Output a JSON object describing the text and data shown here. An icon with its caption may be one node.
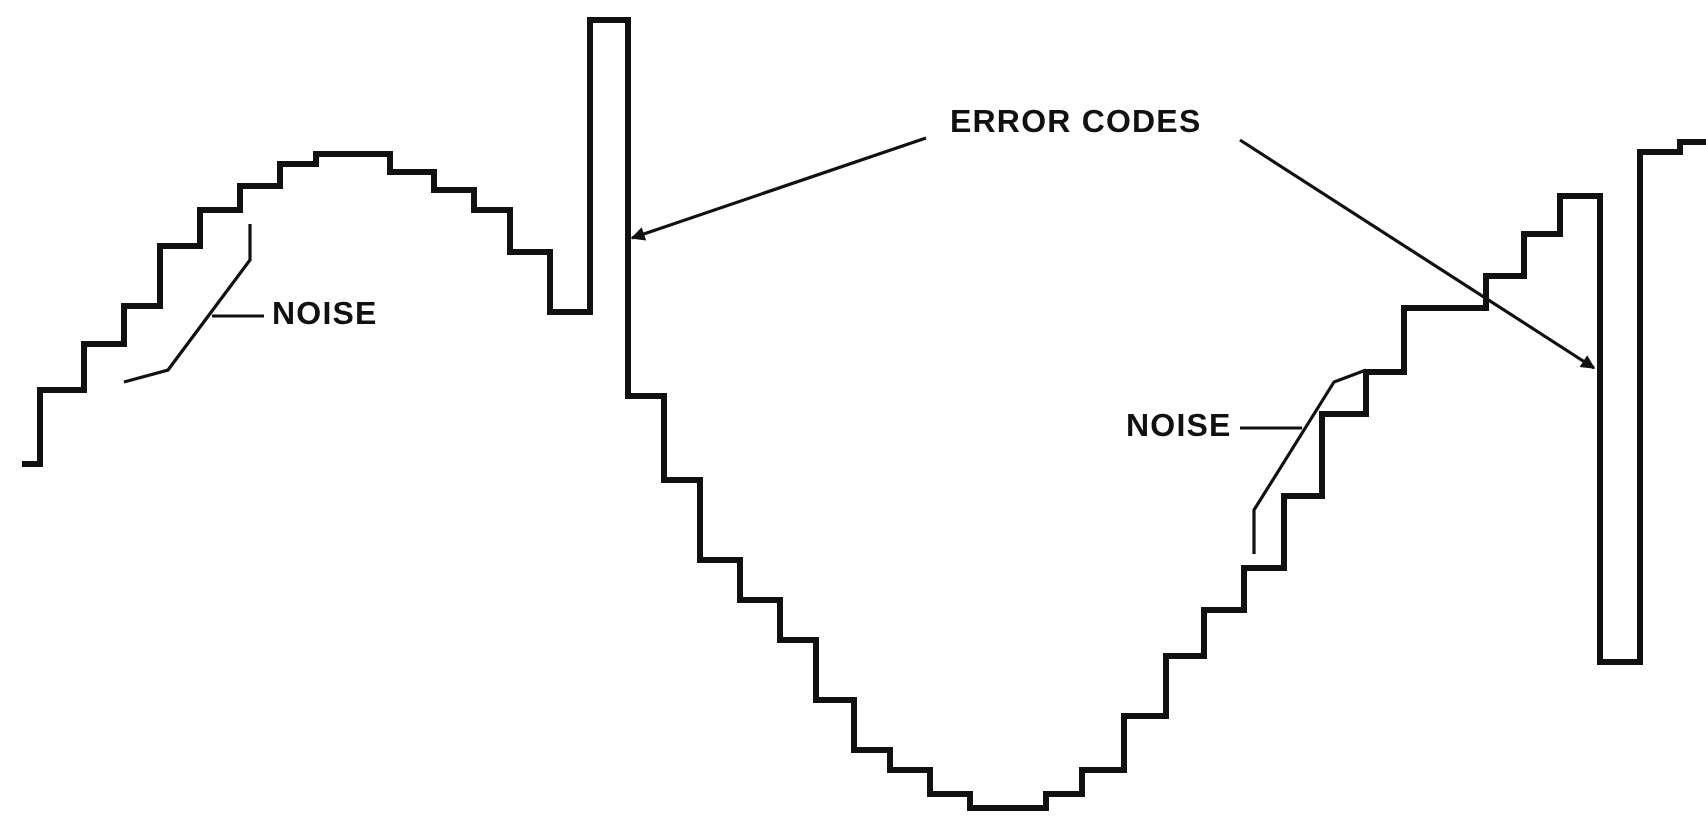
{
  "diagram": {
    "nodes": [
      {
        "text": [
          "ERROR CODES"
        ]
      },
      {
        "text": [
          "NOISE"
        ]
      },
      {
        "text": [
          "NOISE"
        ]
      }
    ],
    "edges": [
      {
        "from": 0,
        "to": null,
        "arrow": "to"
      },
      {
        "from": 0,
        "to": null,
        "arrow": "to"
      },
      {
        "from": 1,
        "to": null,
        "arrow": "none"
      },
      {
        "from": 2,
        "to": null,
        "arrow": "none"
      }
    ]
  }
}
